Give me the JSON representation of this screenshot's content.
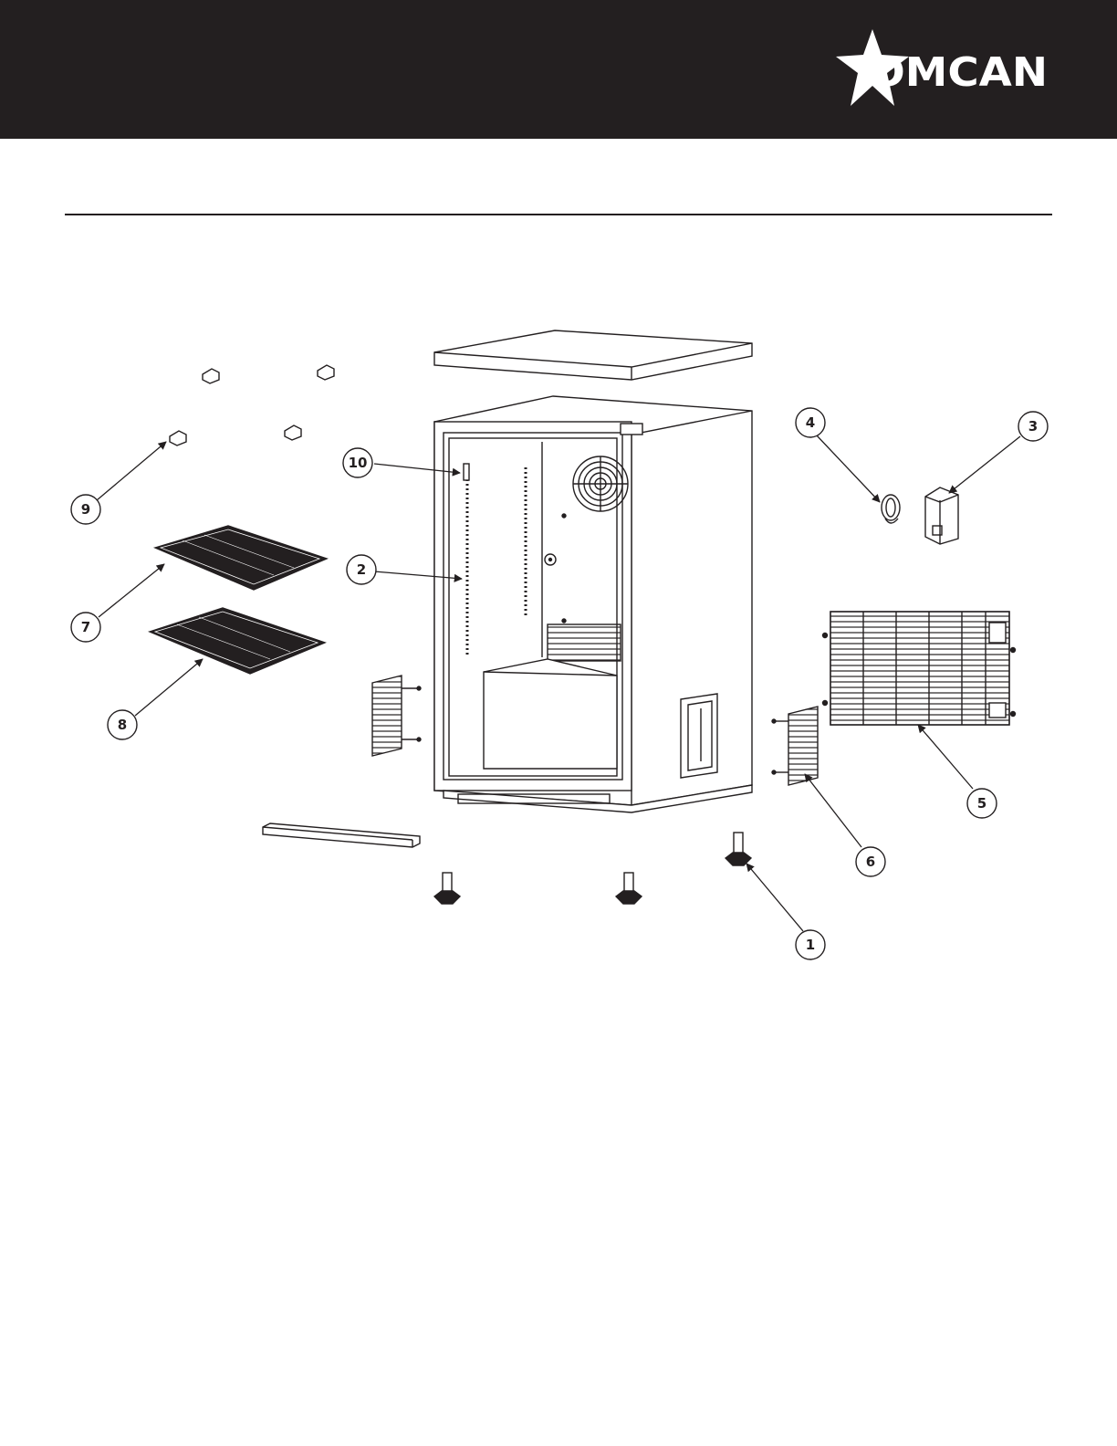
{
  "brand": {
    "name": "OMCAN"
  },
  "colors": {
    "header": "#231f20",
    "line": "#231f20",
    "background": "#ffffff"
  },
  "callouts": [
    "1",
    "2",
    "3",
    "4",
    "5",
    "6",
    "7",
    "8",
    "9",
    "10"
  ]
}
